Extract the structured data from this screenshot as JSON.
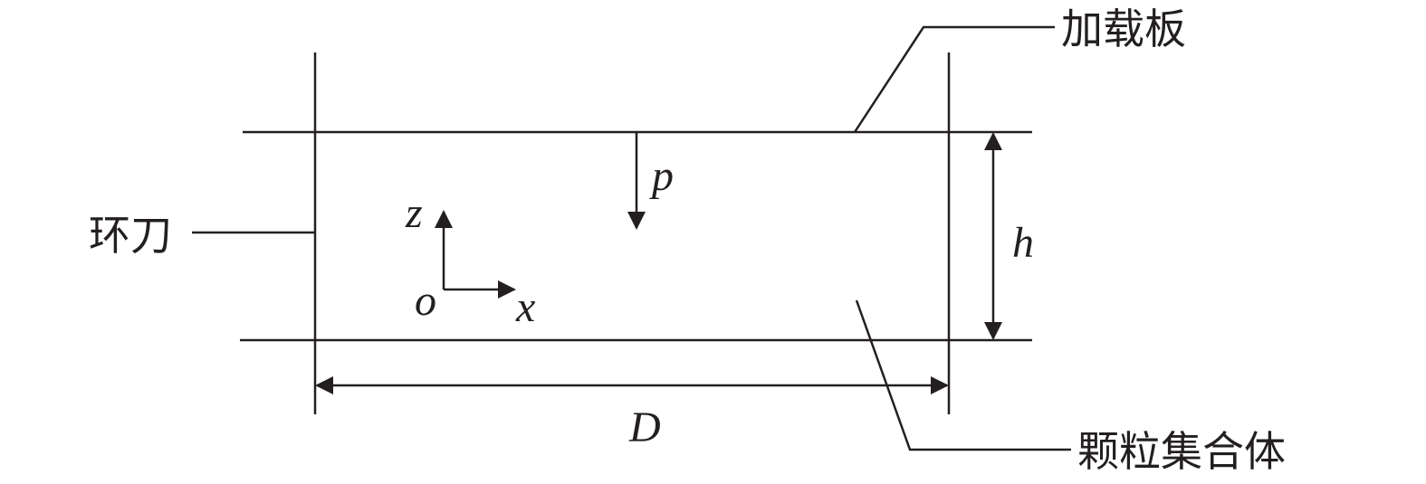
{
  "labels": {
    "loading_plate": "加载板",
    "ring_knife": "环刀",
    "particle_assembly": "颗粒集合体"
  },
  "symbols": {
    "pressure": "p",
    "height": "h",
    "diameter": "D",
    "axis_z": "z",
    "axis_x": "x",
    "origin": "o"
  },
  "colors": {
    "ink": "#231f20",
    "background": "#ffffff"
  }
}
